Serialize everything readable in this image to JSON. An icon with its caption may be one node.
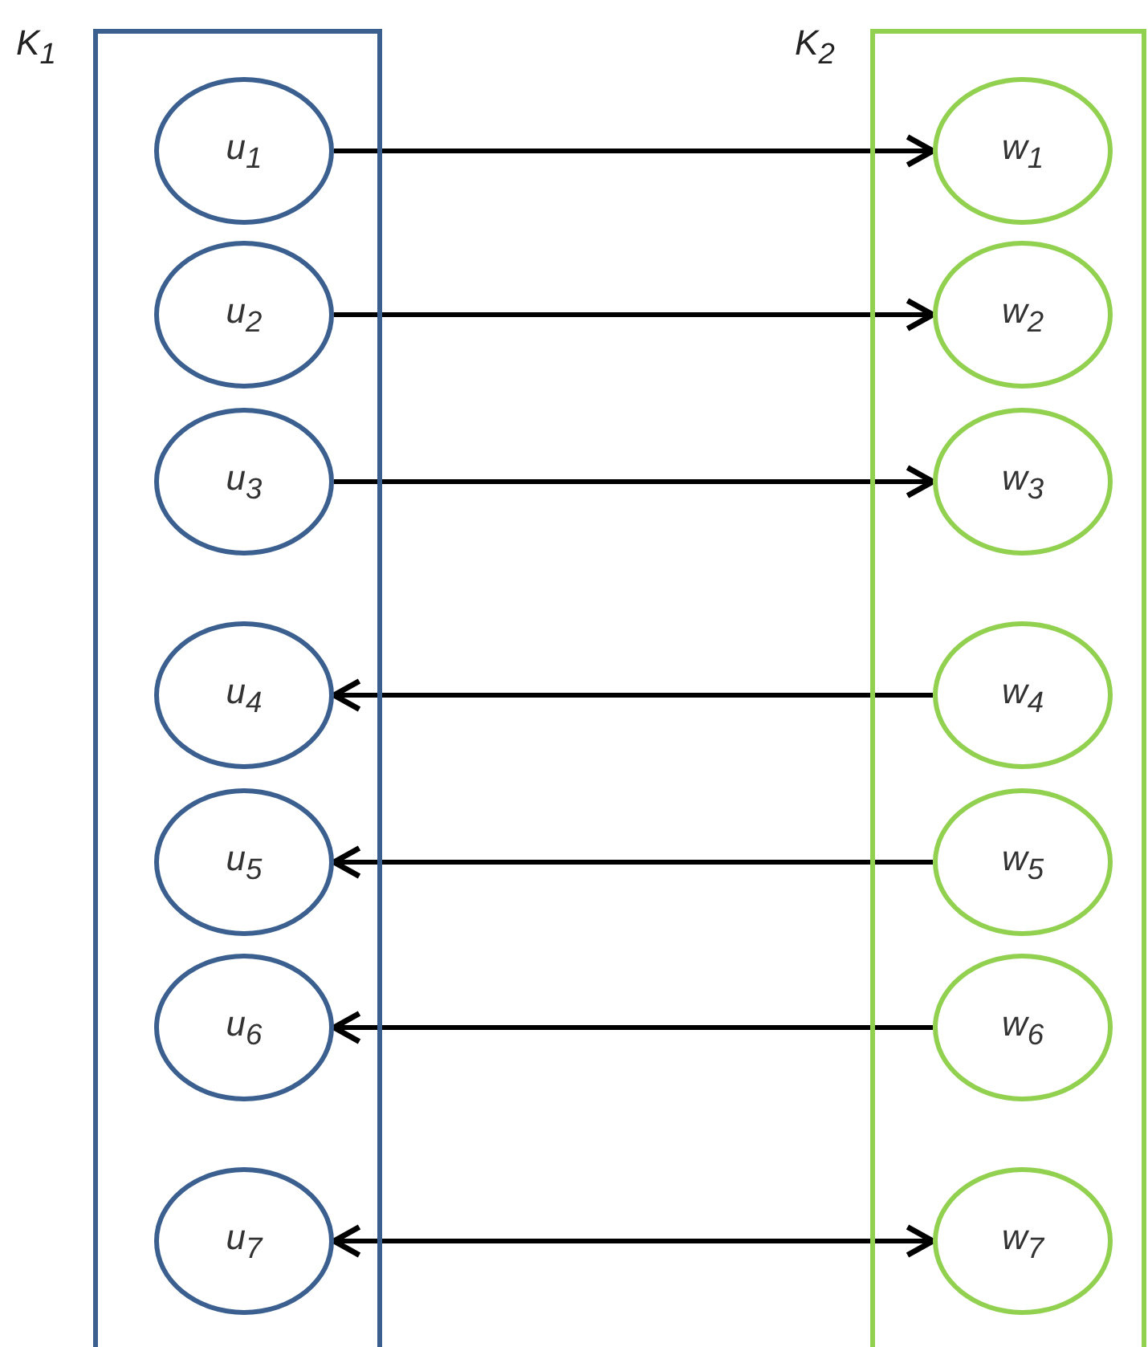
{
  "diagram": {
    "nodes": [
      {
        "text": [
          "K$_{1}$"
        ]
      },
      {
        "text": [
          "u$_{1}$"
        ],
        "in": 0
      },
      {
        "text": [
          "u$_{2}$"
        ],
        "in": 0
      },
      {
        "text": [
          "u$_{3}$"
        ],
        "in": 0
      },
      {
        "text": [
          "u$_{4}$"
        ],
        "in": 0
      },
      {
        "text": [
          "u$_{5}$"
        ],
        "in": 0
      },
      {
        "text": [
          "u$_{6}$"
        ],
        "in": 0
      },
      {
        "text": [
          "u$_{7}$"
        ],
        "in": 0
      },
      {
        "text": [
          "K$_{2}$"
        ]
      },
      {
        "text": [
          "w$_{1}$"
        ],
        "in": 8
      },
      {
        "text": [
          "w$_{2}$"
        ],
        "in": 8
      },
      {
        "text": [
          "w$_{3}$"
        ],
        "in": 8
      },
      {
        "text": [
          "w$_{4}$"
        ],
        "in": 8
      },
      {
        "text": [
          "w$_{5}$"
        ],
        "in": 8
      },
      {
        "text": [
          "w$_{6}$"
        ],
        "in": 8
      },
      {
        "text": [
          "w$_{7}$"
        ],
        "in": 8
      }
    ],
    "edges": [
      {
        "from": 1,
        "to": 9,
        "arrow": "to"
      },
      {
        "from": 2,
        "to": 10,
        "arrow": "to"
      },
      {
        "from": 3,
        "to": 11,
        "arrow": "to"
      },
      {
        "from": 12,
        "to": 4,
        "arrow": "to"
      },
      {
        "from": 13,
        "to": 5,
        "arrow": "to"
      },
      {
        "from": 14,
        "to": 6,
        "arrow": "to"
      },
      {
        "from": 7,
        "to": 15,
        "arrow": "both"
      }
    ]
  }
}
